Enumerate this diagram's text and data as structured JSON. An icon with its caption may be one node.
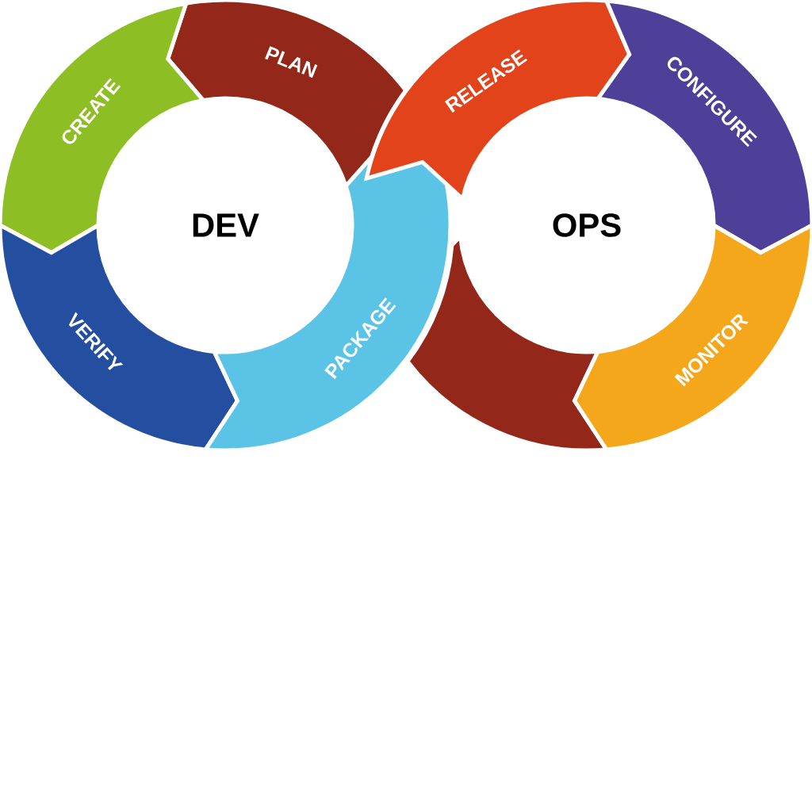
{
  "diagram": {
    "nodes": [
      {
        "text": [
          "CREATE"
        ]
      },
      {
        "text": [
          "PLAN"
        ]
      },
      {
        "text": [
          "RELEASE"
        ]
      },
      {
        "text": [
          "CONFIGURE"
        ]
      },
      {
        "text": [
          "DEV"
        ]
      },
      {
        "text": [
          "OPS"
        ]
      },
      {
        "text": [
          "VERIFY"
        ]
      },
      {
        "text": [
          "PACKAGE"
        ]
      },
      {
        "text": [],
        "shape": "band"
      },
      {
        "text": [
          "MONITOR"
        ]
      }
    ]
  }
}
